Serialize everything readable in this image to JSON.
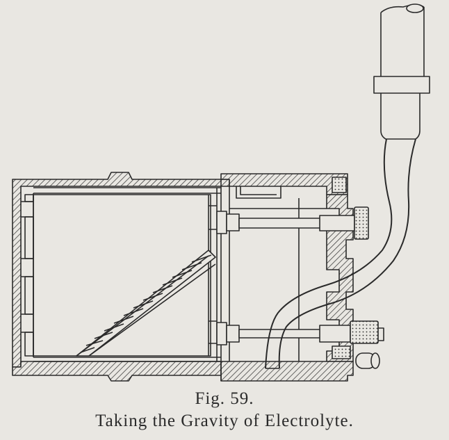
{
  "figure": {
    "number_label": "Fig. 59.",
    "caption": "Taking the Gravity of Electrolyte."
  },
  "colors": {
    "paper": "#e9e7e2",
    "ink": "#2a2a2a"
  },
  "icons": [
    "battery-cell-section-diagram",
    "syringe-hydrometer-tube"
  ]
}
